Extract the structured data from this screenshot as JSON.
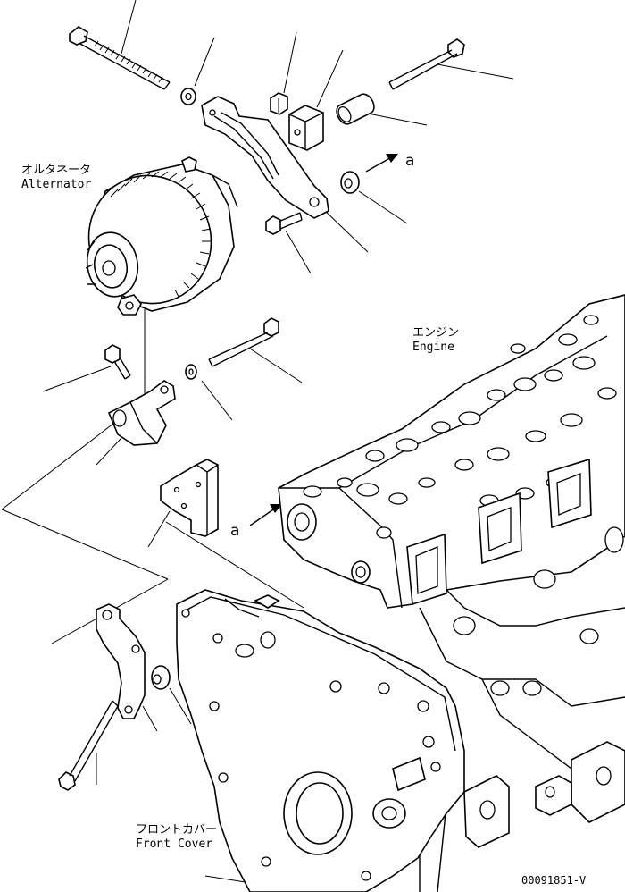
{
  "labels": {
    "alternator_jp": "オルタネータ",
    "alternator_en": "Alternator",
    "engine_jp": "エンジン",
    "engine_en": "Engine",
    "front_cover_jp": "フロントカバー",
    "front_cover_en": "Front Cover",
    "ref_a_top": "a",
    "ref_a_bottom": "a",
    "drawing_code": "00091851-V"
  }
}
